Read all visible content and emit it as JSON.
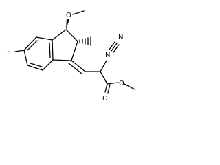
{
  "molecule": {
    "atoms": {
      "fluorine": "F",
      "methoxy_oxygen": "O",
      "diazo_n1": "N",
      "diazo_n2": "N",
      "carbonyl_oxygen": "O",
      "ester_oxygen": "O"
    },
    "substituents": {
      "methyl_at_c2": "CH3",
      "methyl_of_methoxy": "CH3",
      "methyl_of_ester": "CH3"
    },
    "stereo": {
      "c3_methoxy": "wedge",
      "c2_methyl": "hash"
    },
    "colors": {
      "bond": "#000000",
      "label": "#000000",
      "background": "#ffffff"
    }
  }
}
